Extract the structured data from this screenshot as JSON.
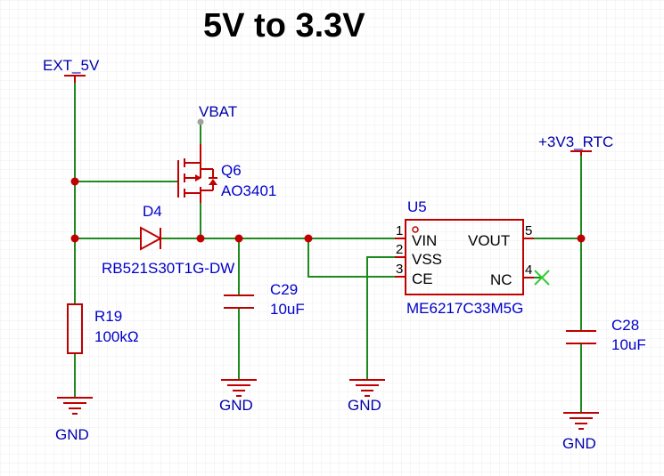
{
  "title": "5V to 3.3V",
  "colors": {
    "background": "#ffffff",
    "grid": "#ececec",
    "wire": "#1e8a1e",
    "symbol": "#c00000",
    "net_label": "#0000aa",
    "text": "#0000cc",
    "no_connect": "#33cc33"
  },
  "nets": {
    "ext_5v": "EXT_5V",
    "vbat": "VBAT",
    "v3v3_rtc": "+3V3_RTC",
    "gnd_r19": "GND",
    "gnd_c29": "GND",
    "gnd_u5": "GND",
    "gnd_c28": "GND"
  },
  "components": {
    "q6": {
      "designator": "Q6",
      "value": "AO3401"
    },
    "d4": {
      "designator": "D4",
      "value": "RB521S30T1G-DW"
    },
    "r19": {
      "designator": "R19",
      "value": "100kΩ"
    },
    "c29": {
      "designator": "C29",
      "value": "10uF"
    },
    "c28": {
      "designator": "C28",
      "value": "10uF"
    },
    "u5": {
      "designator": "U5",
      "value": "ME6217C33M5G",
      "pins": [
        {
          "num": "1",
          "name": "VIN"
        },
        {
          "num": "2",
          "name": "VSS"
        },
        {
          "num": "3",
          "name": "CE"
        },
        {
          "num": "5",
          "name": "VOUT"
        },
        {
          "num": "4",
          "name": "NC"
        }
      ]
    }
  }
}
